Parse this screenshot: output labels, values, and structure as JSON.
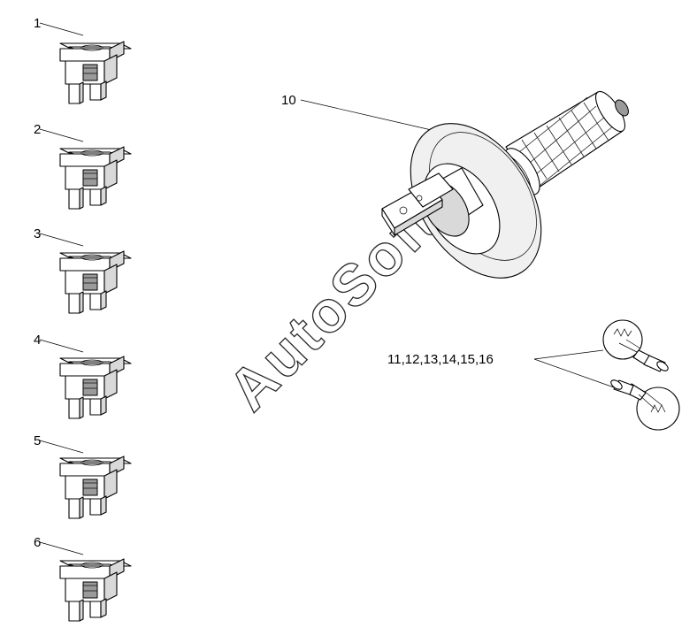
{
  "diagram": {
    "watermark": "AutoSoft",
    "fuses": [
      {
        "label": "1"
      },
      {
        "label": "2"
      },
      {
        "label": "3"
      },
      {
        "label": "4"
      },
      {
        "label": "5"
      },
      {
        "label": "6"
      }
    ],
    "halogen_bulb": {
      "label": "10"
    },
    "small_bulbs": {
      "label": "11,12,13,14,15,16"
    }
  }
}
